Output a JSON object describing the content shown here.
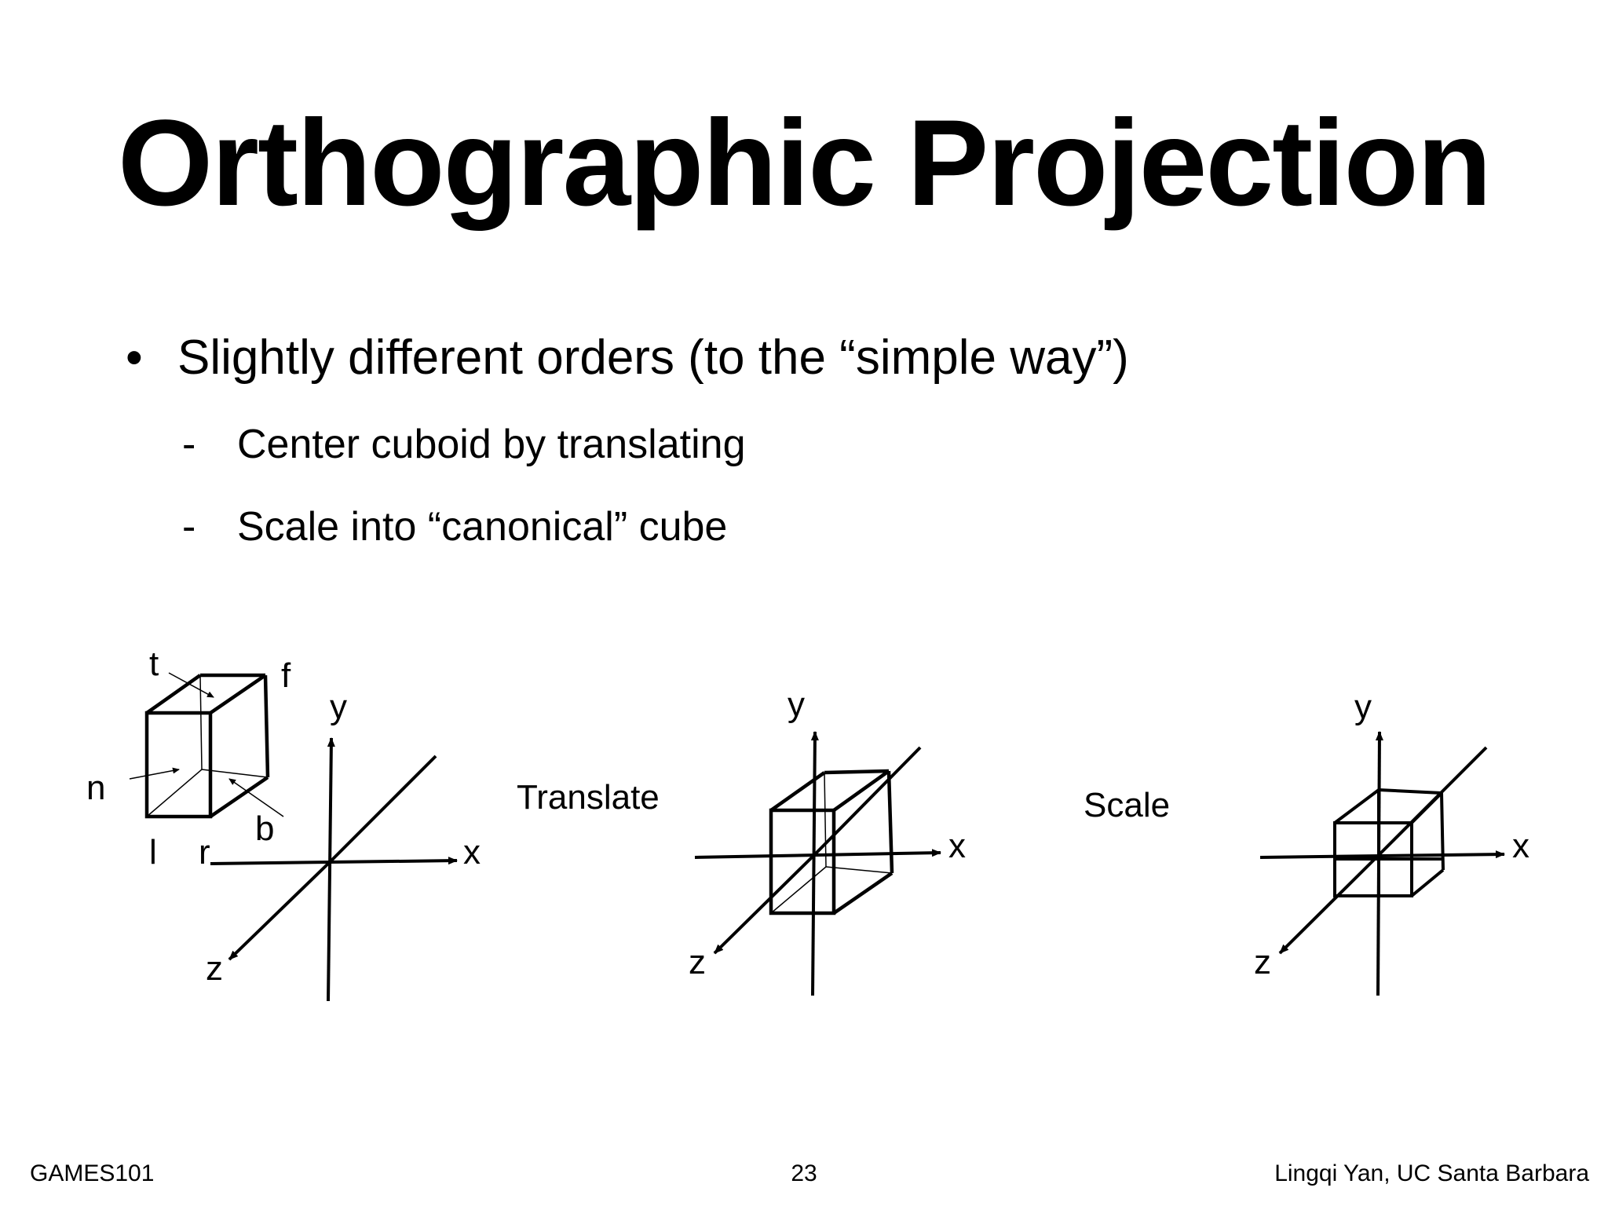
{
  "slide": {
    "title": "Orthographic Projection",
    "bullet": "Slightly different orders (to the “simple way”)",
    "sub_bullets": [
      "Center cuboid by translating",
      "Scale into “canonical” cube"
    ]
  },
  "diagram": {
    "panel1_labels": {
      "t": "t",
      "f": "f",
      "n": "n",
      "l": "l",
      "r": "r",
      "b": "b",
      "x": "x",
      "y": "y",
      "z": "z"
    },
    "step1_label": "Translate",
    "panel2_labels": {
      "x": "x",
      "y": "y",
      "z": "z"
    },
    "step2_label": "Scale",
    "panel3_labels": {
      "x": "x",
      "y": "y",
      "z": "z"
    }
  },
  "footer": {
    "left": "GAMES101",
    "page_number": "23",
    "right": "Lingqi Yan, UC Santa Barbara"
  }
}
